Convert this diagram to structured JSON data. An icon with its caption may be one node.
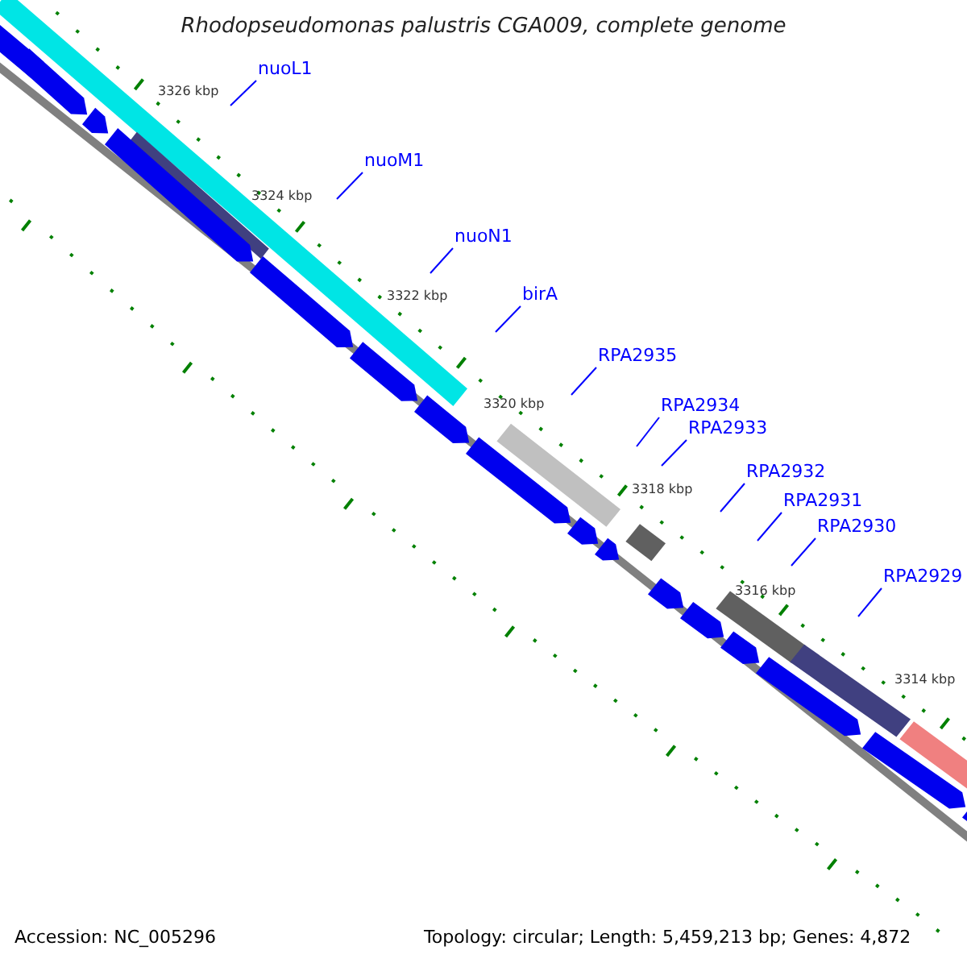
{
  "diagram": {
    "title": "Rhodopseudomonas palustris CGA009, complete genome",
    "nodes": [
      {
        "text": [
          "nuoL1"
        ]
      },
      {
        "text": [
          "nuoM1"
        ]
      },
      {
        "text": [
          "nuoN1"
        ]
      },
      {
        "text": [
          "birA"
        ]
      },
      {
        "text": [
          "RPA2935"
        ]
      },
      {
        "text": [
          "RPA2934"
        ]
      },
      {
        "text": [
          "RPA2933"
        ]
      },
      {
        "text": [
          "RPA2932"
        ]
      },
      {
        "text": [
          "RPA2931"
        ]
      },
      {
        "text": [
          "RPA2930"
        ]
      },
      {
        "text": [
          "RPA2929"
        ]
      }
    ],
    "edges": [
      {
        "from": 0,
        "to": null,
        "arrow": "none"
      },
      {
        "from": 1,
        "to": null,
        "arrow": "none"
      },
      {
        "from": 2,
        "to": null,
        "arrow": "none"
      },
      {
        "from": 3,
        "to": null,
        "arrow": "none"
      },
      {
        "from": 4,
        "to": null,
        "arrow": "none"
      },
      {
        "from": 5,
        "to": null,
        "arrow": "none"
      },
      {
        "from": 6,
        "to": null,
        "arrow": "none"
      },
      {
        "from": 7,
        "to": null,
        "arrow": "none"
      },
      {
        "from": 8,
        "to": null,
        "arrow": "none"
      },
      {
        "from": 9,
        "to": null,
        "arrow": "none"
      },
      {
        "from": 10,
        "to": null,
        "arrow": "none"
      }
    ],
    "labels": [
      "3326 kbp",
      "3324 kbp",
      "3322 kbp",
      "3320 kbp",
      "3318 kbp",
      "3316 kbp",
      "3314 kbp",
      "Accession: NC_005296",
      "Topology: circular; Length: 5,459,213 bp; Genes: 4,872"
    ]
  }
}
